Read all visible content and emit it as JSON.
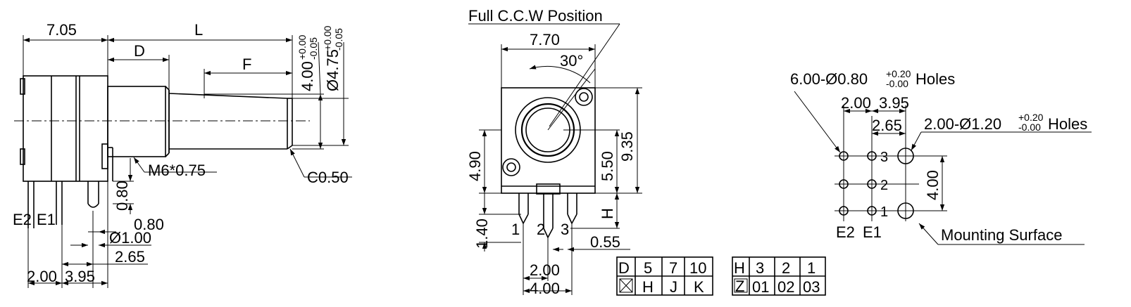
{
  "side_view": {
    "dims": {
      "body_width": "7.05",
      "length": "L",
      "d": "D",
      "f": "F",
      "dia_shaft_main": "4.00",
      "dia_shaft_main_tol_upper": "+0.00",
      "dia_shaft_main_tol_lower": "-0.05",
      "dia_shaft_tip": "Ø4.75",
      "dia_shaft_tip_tol_upper": "+0.00",
      "dia_shaft_tip_tol_lower": "-0.05",
      "thread": "M6*0.75",
      "chamfer": "C0.50",
      "pin_0_80_a": "0.80",
      "pin_0_80_b": "0.80",
      "pin_dia": "Ø1.00",
      "pin_2_65": "2.65",
      "pin_2_00": "2.00",
      "pin_3_95": "3.95",
      "e2": "E2",
      "e1": "E1"
    }
  },
  "front_view": {
    "title": "Full C.C.W Position",
    "dims": {
      "width": "7.70",
      "angle": "30°",
      "height_total": "9.35",
      "height_shaft": "5.50",
      "left_height": "4.90",
      "h": "H",
      "pin_len": "1.40",
      "pin_gap": "0.55",
      "pin_pitch": "2.00",
      "pin_span": "4.00",
      "pin1": "1",
      "pin2": "2",
      "pin3": "3"
    }
  },
  "pcb_view": {
    "dims": {
      "holes_small": "6.00-Ø0.80",
      "holes_small_tol_upper": "+0.20",
      "holes_small_tol_lower": "-0.00",
      "holes_small_suffix": "Holes",
      "holes_large": "2.00-Ø1.20",
      "holes_large_tol_upper": "+0.20",
      "holes_large_tol_lower": "-0.00",
      "holes_large_suffix": "Holes",
      "top_2_00": "2.00",
      "top_3_95": "3.95",
      "top_2_65": "2.65",
      "right_4_00": "4.00",
      "row3": "3",
      "row2": "2",
      "row1": "1",
      "e2": "E2",
      "e1": "E1",
      "mounting": "Mounting Surface"
    }
  },
  "table_d": {
    "rows": [
      [
        "D",
        "5",
        "7",
        "10"
      ],
      [
        "X",
        "H",
        "J",
        "K"
      ]
    ]
  },
  "table_h": {
    "rows": [
      [
        "H",
        "3",
        "2",
        "1"
      ],
      [
        "Z",
        "01",
        "02",
        "03"
      ]
    ]
  }
}
